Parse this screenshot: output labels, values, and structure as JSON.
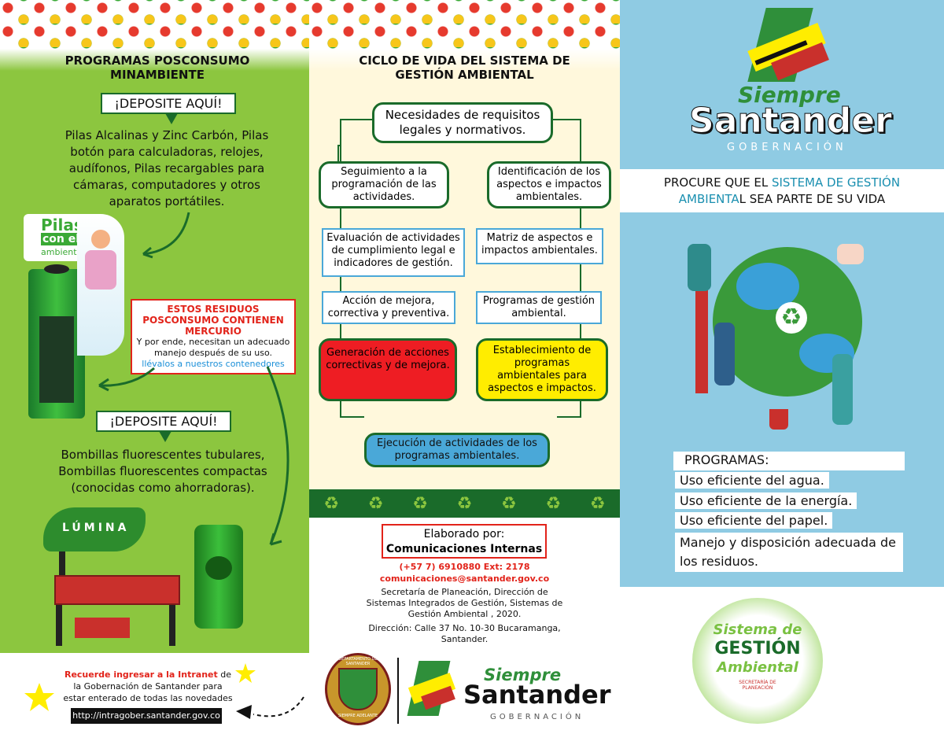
{
  "panel1": {
    "title": "PROGRAMAS POSCONSUMO MINAMBIENTE",
    "deposit1": "¡DEPOSITE AQUÍ!",
    "items1": "Pilas Alcalinas y Zinc Carbón, Pilas botón para calculadoras, relojes, audífonos, Pilas recargables para cámaras, computadores y otros aparatos portátiles.",
    "bin_brand_1": "Pilas",
    "bin_brand_2": "con el",
    "bin_brand_3": "ambiente",
    "warning_title": "ESTOS RESIDUOS POSCONSUMO CONTIENEN MERCURIO",
    "warning_body": "Y por ende, necesitan un adecuado manejo después de su uso.",
    "warning_link": "llévalos a nuestros contenedores",
    "deposit2": "¡DEPOSITE AQUÍ!",
    "items2": "Bombillas fluorescentes tubulares, Bombillas fluorescentes compactas (conocidas como ahorradoras).",
    "lumina": "LÚMINA",
    "intranet_highlight": "Recuerde ingresar a la Intranet",
    "intranet_rest": " de la Gobernación de Santander para estar enterado de todas las novedades",
    "intranet_url": "http://intragober.santander.gov.co"
  },
  "panel2": {
    "title": "CICLO DE VIDA DEL SISTEMA DE GESTIÓN AMBIENTAL",
    "node_top": "Necesidades de requisitos legales y normativos.",
    "node_left1": "Seguimiento a la programación de las actividades.",
    "node_right1": "Identificación de los aspectos e impactos ambientales.",
    "node_left2": "Evaluación de actividades de cumplimiento legal e indicadores de gestión.",
    "node_right2": "Matriz de aspectos e impactos ambientales.",
    "node_left3": "Acción de mejora, correctiva y preventiva.",
    "node_right3": "Programas de gestión ambiental.",
    "node_left4": "Generación de acciones correctivas y de mejora.",
    "node_right4": "Establecimiento de programas ambientales para aspectos e impactos.",
    "node_bottom": "Ejecución de actividades de los programas ambientales.",
    "elab_label": "Elaborado por:",
    "elab_org": "Comunicaciones Internas",
    "phone": "(+57 7) 6910880 Ext: 2178",
    "email": "comunicaciones@santander.gov.co",
    "source": "Secretaría de Planeación, Dirección de Sistemas Integrados de Gestión, Sistemas de Gestión Ambiental , 2020.",
    "address": "Dirección: Calle 37 No. 10-30 Bucaramanga, Santander.",
    "seal_text": "DEPARTAMENTO DE SANTANDER",
    "seal_motto": "SIEMPRE ADELANTE",
    "logo_siempre": "Siempre",
    "logo_santander": "Santander",
    "logo_gob": "GOBERNACIÓN"
  },
  "panel3": {
    "logo_siempre": "Siempre",
    "logo_santander": "Santander",
    "logo_gob": "GOBERNACIÓN",
    "slogan_a": "PROCURE QUE EL ",
    "slogan_b": "SISTEMA DE GESTIÓN AMBIENTA",
    "slogan_c": "L SEA PARTE DE SU VIDA",
    "programs_title": "PROGRAMAS:",
    "programs": [
      "Uso eficiente del agua.",
      "Uso eficiente de la energía.",
      "Uso eficiente del papel.",
      "Manejo y disposición adecuada de los residuos."
    ],
    "badge_1": "Sistema de",
    "badge_2": "GESTIÓN",
    "badge_3": "Ambiental",
    "badge_sub": "SECRETARÍA DE PLANEACIÓN"
  },
  "colors": {
    "green_panel": "#8cc63f",
    "dark_green": "#1a6b2a",
    "red": "#e2231a",
    "yellow": "#ffed00",
    "blue": "#4aa8d8",
    "sky": "#8fcbe3"
  }
}
